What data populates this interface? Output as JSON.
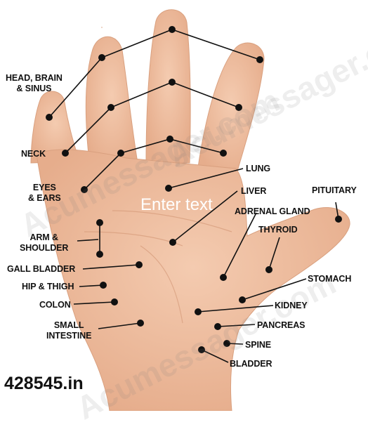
{
  "palm_text": "Enter text",
  "site_mark": "428545.in",
  "watermark": "Acumessager.com",
  "colors": {
    "skin": "#efc0a0",
    "skin_shade": "#d99e7c",
    "marker": "#111111",
    "palm_text": "#ffffff"
  },
  "labels": {
    "head_brain_sinus": "HEAD, BRAIN\n& SINUS",
    "neck": "NECK",
    "eyes_ears": "EYES\n& EARS",
    "arm_shoulder": "ARM &\nSHOULDER",
    "gall_bladder": "GALL BLADDER",
    "hip_thigh": "HIP & THIGH",
    "colon": "COLON",
    "small_intestine": "SMALL\nINTESTINE",
    "lung": "LUNG",
    "liver": "LIVER",
    "pituitary": "PITUITARY",
    "adrenal_gland": "ADRENAL GLAND",
    "thyroid": "THYROID",
    "stomach": "STOMACH",
    "kidney": "KIDNEY",
    "pancreas": "PANCREAS",
    "spine": "SPINE",
    "bladder": "BLADDER"
  }
}
